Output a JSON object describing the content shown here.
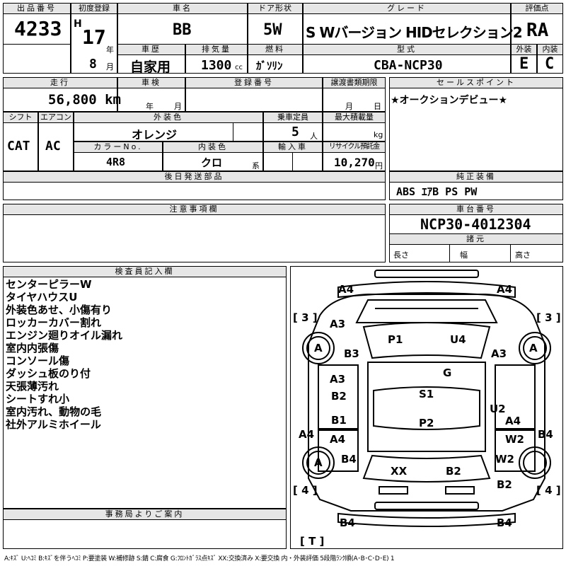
{
  "header": {
    "lot_label": "出品番号",
    "lot_value": "4233",
    "first_reg_label": "初度登録",
    "era": "H",
    "year": "17",
    "year_unit": "年",
    "month": "8",
    "month_unit": "月",
    "car_name_label": "車名",
    "car_name": "BB",
    "door_label": "ドア形状",
    "door": "5W",
    "grade_label": "グレード",
    "grade": "S Wバージョン HIDセレクション2",
    "score_label": "評価点",
    "score": "RA",
    "history_label": "車歴",
    "history": "自家用",
    "displacement_label": "排気量",
    "displacement": "1300",
    "displacement_unit": "cc",
    "fuel_label": "燃料",
    "fuel": "ｶﾞｿﾘﾝ",
    "model_label": "型式",
    "model": "CBA-NCP30",
    "exterior_label": "外装",
    "exterior": "E",
    "interior_label": "内装",
    "interior": "C"
  },
  "row2": {
    "mileage_label": "走行",
    "mileage": "56,800 km",
    "inspection_label": "車検",
    "insp_year_unit": "年",
    "insp_month_unit": "月",
    "reg_no_label": "登録番号",
    "transfer_label": "譲渡書類期限",
    "transfer_month_unit": "月",
    "transfer_day_unit": "日",
    "sales_point_label": "セールスポイント",
    "sales_point": "★オークションデビュー★"
  },
  "row3": {
    "shift_label": "シフト",
    "shift": "CAT",
    "ac_label": "エアコン",
    "ac": "AC",
    "ext_color_label": "外装色",
    "ext_color": "オレンジ",
    "capacity_label": "乗車定員",
    "capacity": "5",
    "capacity_unit": "人",
    "max_load_label": "最大積載量",
    "max_load_unit": "kg",
    "color_no_label": "カラーNo.",
    "color_no": "4R8",
    "int_color_label": "内装色",
    "int_color": "クロ",
    "int_color_unit": "系",
    "import_label": "輸入車",
    "recycle_label": "リサイクル預託金",
    "recycle": "10,270",
    "recycle_unit": "円"
  },
  "later_label": "後日発送部品",
  "equip_label": "純正装備",
  "equip": "ABS ｴｱB PS PW",
  "notes_label": "注意事項欄",
  "chassis_label": "車台番号",
  "chassis": "NCP30-4012304",
  "specs_label": "諸元",
  "length_label": "長さ",
  "width_label": "幅",
  "height_label": "高さ",
  "inspector_label": "検査員記入欄",
  "remarks": [
    "センターピラーW",
    "タイヤハウスU",
    "外装色あせ、小傷有り",
    "ロッカーカバー割れ",
    "エンジン廻りオイル漏れ",
    "室内内張傷",
    "コンソール傷",
    "ダッシュ板のり付",
    "天張薄汚れ",
    "シートすれ小",
    "室内汚れ、動物の毛",
    "社外アルミホイール"
  ],
  "office_label": "事務局よりご案内",
  "diagram": {
    "codes": [
      "A4",
      "A4",
      "A3",
      "B3",
      "A3",
      "P1",
      "U4",
      "G",
      "A3",
      "B2",
      "S1",
      "U2",
      "B1",
      "A4",
      "P2",
      "A4",
      "W2",
      "A4",
      "B4",
      "B4",
      "W2",
      "XX",
      "B2",
      "B2",
      "B4",
      "B4"
    ],
    "tire_labels": [
      "A",
      "A",
      "A"
    ],
    "bracket_labels": [
      "[ 3 ]",
      "[ 3 ]",
      "[ 4 ]",
      "[ 4 ]",
      "[ T ]"
    ]
  },
  "legend": "A:ｷｽﾞ U:ﾍｺﾐ B:ｷｽﾞを伴うﾍｺﾐ P:要塗装 W:補修跡 S:錆 C:腐食 G:ﾌﾛﾝﾄｶﾞﾗｽ点ｷｽﾞ XX:交換済み X:要交換 内・外装評価 5段階ﾗﾝｸ順(A･B･C･D･E) 1"
}
